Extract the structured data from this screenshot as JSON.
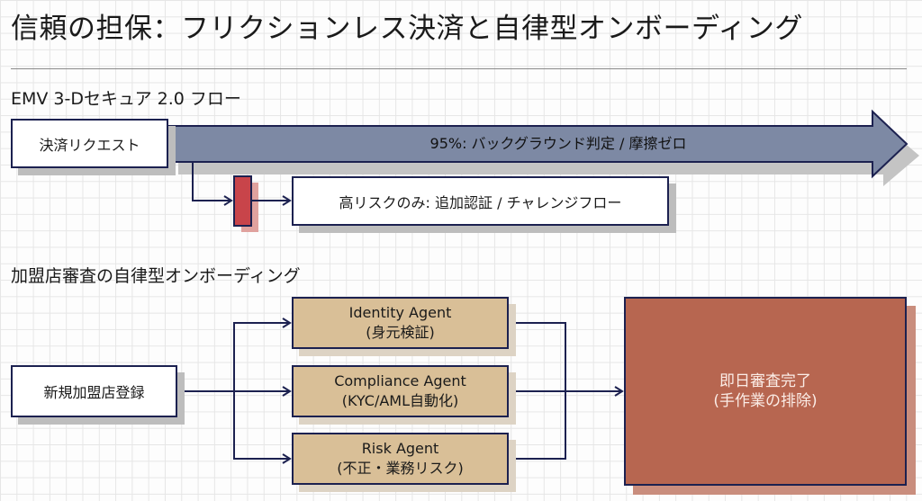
{
  "title": "信頼の担保：フリクションレス決済と自律型オンボーディング",
  "sections": {
    "emv": {
      "heading": "EMV 3-Dセキュア 2.0 フロー",
      "start": "決済リクエスト",
      "frictionless": "95%: バックグラウンド判定 / 摩擦ゼロ",
      "challenge": "高リスクのみ: 追加認証 / チャレンジフロー"
    },
    "onboarding": {
      "heading": "加盟店審査の自律型オンボーディング",
      "start": "新規加盟店登録",
      "agents": [
        {
          "name": "Identity Agent",
          "desc": "(身元検証)"
        },
        {
          "name": "Compliance Agent",
          "desc": "(KYC/AML自動化)"
        },
        {
          "name": "Risk Agent",
          "desc": "(不正・業務リスク)"
        }
      ],
      "result": {
        "line1": "即日審査完了",
        "line2": "(手作業の排除)"
      }
    }
  },
  "colors": {
    "stroke": "#1c2150",
    "arrow_fill": "#7d89a4",
    "risk_gate": "#c8444a",
    "agent_fill": "#d9bf97",
    "result_fill": "#b76650"
  }
}
